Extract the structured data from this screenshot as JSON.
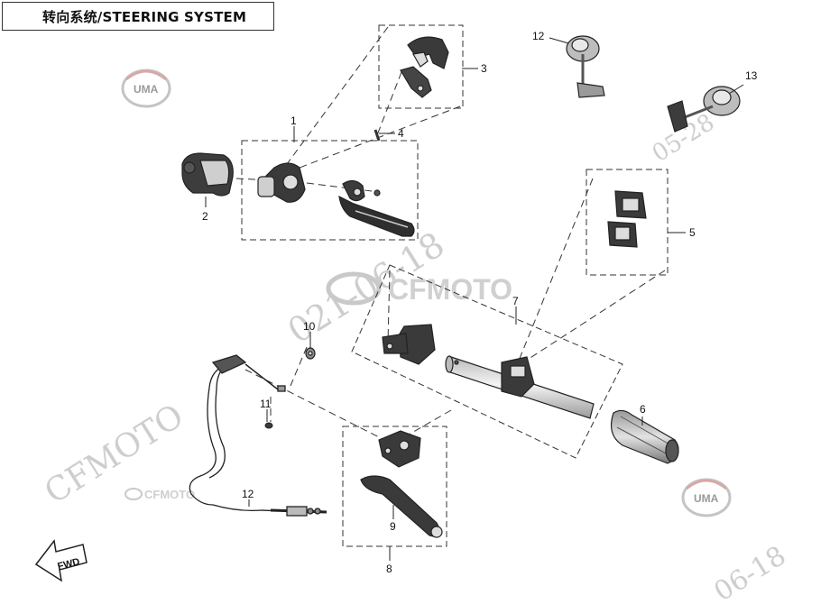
{
  "title": "转向系统/STEERING SYSTEM",
  "callouts": {
    "c1": "1",
    "c2": "2",
    "c3": "3",
    "c4": "4",
    "c5": "5",
    "c6": "6",
    "c7": "7",
    "c8": "8",
    "c9": "9",
    "c10": "10",
    "c11": "11",
    "c12_top": "12",
    "c12_bottom": "12",
    "c13": "13"
  },
  "watermarks": {
    "uma_logo": "UMA",
    "cfmoto_logo_center": "CFMOTO",
    "cfmoto_logo_small": "CFMOTO",
    "cfmoto_diagonal": "CFMOTO",
    "date_partial_center": "021-06-18",
    "date_partial_top_right": "05-28",
    "date_partial_bottom_right": "06-18"
  },
  "fwd_label": "FWD",
  "colors": {
    "line": "#222222",
    "part_dark": "#3a3a3a",
    "part_mid": "#8a8a8a",
    "part_light": "#cfcfcf",
    "watermark": "#c8c8c8"
  }
}
